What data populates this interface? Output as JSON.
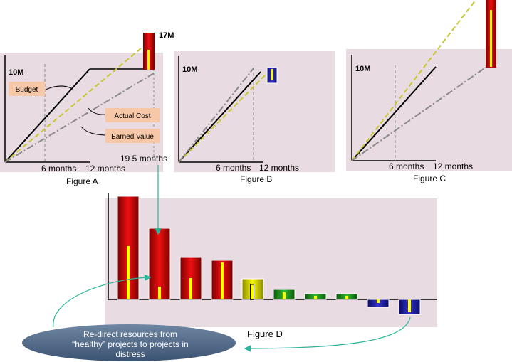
{
  "figure_a": {
    "caption": "Figure A",
    "y_label": "10M",
    "peak_label": "17M",
    "x_ticks": [
      "6 months",
      "12 months"
    ],
    "forecast_label": "19.5 months",
    "legend": {
      "budget": "Budget",
      "actual_cost": "Actual Cost",
      "earned_value": "Earned Value"
    }
  },
  "figure_b": {
    "caption": "Figure B",
    "y_label": "10M",
    "x_ticks": [
      "6 months",
      "12 months"
    ]
  },
  "figure_c": {
    "caption": "Figure C",
    "y_label": "10M",
    "x_ticks": [
      "6 months",
      "12 months"
    ]
  },
  "figure_d": {
    "caption": "Figure D",
    "note": [
      "Re-direct resources from",
      "“healthy” projects to projects in",
      "distress"
    ]
  },
  "colors": {
    "panel": "#e8dbe1",
    "budget": "#000000",
    "actual_cost": "#c8c832",
    "earned_value": "#8a8a8a",
    "red_bar": "#cc0000",
    "yellow_bar": "#e6e600",
    "green_bar": "#1f9a1f",
    "blue_bar": "#2222aa",
    "marker": "#ffff00",
    "label_box": "#f6c8a8",
    "connector": "#2ab59a",
    "ellipse": "#4a6686"
  }
}
